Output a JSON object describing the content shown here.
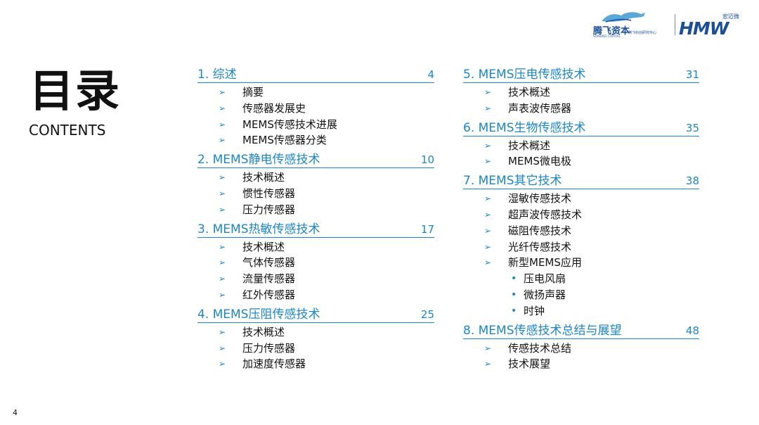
{
  "title": "目录",
  "subtitle": "CONTENTS",
  "page_number": "4",
  "logo1": {
    "name": "腾飞资本",
    "en": "SOARING CAPITAL",
    "sub": "腾飞科创研究中心"
  },
  "logo2": {
    "cn": "宏迈微",
    "en": "HMW"
  },
  "sections": [
    {
      "title": "1. 综述",
      "page": "4",
      "items": [
        "摘要",
        "传感器发展史",
        "MEMS传感技术进展",
        "MEMS传感器分类"
      ]
    },
    {
      "title": "2. MEMS静电传感技术",
      "page": "10",
      "items": [
        "技术概述",
        "惯性传感器",
        "压力传感器"
      ]
    },
    {
      "title": "3. MEMS热敏传感技术",
      "page": "17",
      "items": [
        "技术概述",
        "气体传感器",
        "流量传感器",
        "红外传感器"
      ]
    },
    {
      "title": "4. MEMS压阻传感技术",
      "page": "25",
      "items": [
        "技术概述",
        "压力传感器",
        "加速度传感器"
      ]
    },
    {
      "title": "5. MEMS压电传感技术",
      "page": "31",
      "items": [
        "技术概述",
        "声表波传感器"
      ]
    },
    {
      "title": "6. MEMS生物传感技术",
      "page": "35",
      "items": [
        "技术概述",
        "MEMS微电极"
      ]
    },
    {
      "title": "7. MEMS其它技术",
      "page": "38",
      "items": [
        "湿敏传感技术",
        "超声波传感技术",
        "磁阻传感技术",
        "光纤传感技术",
        "新型MEMS应用"
      ],
      "subitems": [
        "压电风扇",
        "微扬声器",
        "时钟"
      ]
    },
    {
      "title": "8. MEMS传感技术总结与展望",
      "page": "48",
      "items": [
        "传感技术总结",
        "技术展望"
      ]
    }
  ]
}
